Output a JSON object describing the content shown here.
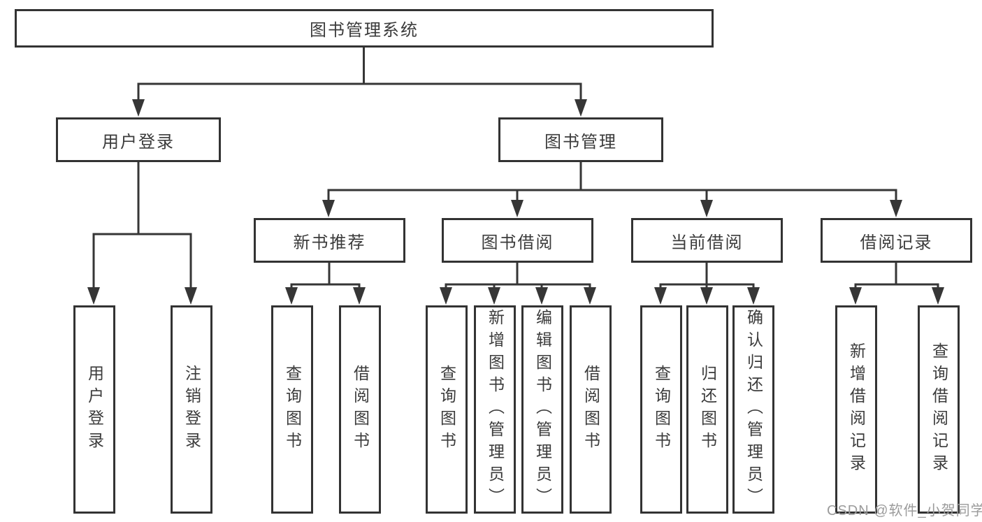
{
  "diagram": {
    "root_label": "图书管理系统",
    "branches": [
      {
        "label": "用户登录",
        "children": [
          "用户登录",
          "注销登录"
        ]
      },
      {
        "label": "图书管理",
        "modules": [
          {
            "label": "新书推荐",
            "children": [
              "查询图书",
              "借阅图书"
            ]
          },
          {
            "label": "图书借阅",
            "children": [
              "查询图书",
              "新增图书（管理员）",
              "编辑图书（管理员）",
              "借阅图书"
            ]
          },
          {
            "label": "当前借阅",
            "children": [
              "查询图书",
              "归还图书",
              "确认归还（管理员）"
            ]
          },
          {
            "label": "借阅记录",
            "children": [
              "新增借阅记录",
              "查询借阅记录"
            ]
          }
        ]
      }
    ]
  },
  "watermark": "CSDN @软件_小贺同学",
  "colors": {
    "line": "#363636",
    "box_border": "#333333",
    "text": "#3b3b3b",
    "watermark": "#9b9b9b",
    "background": "#ffffff"
  }
}
